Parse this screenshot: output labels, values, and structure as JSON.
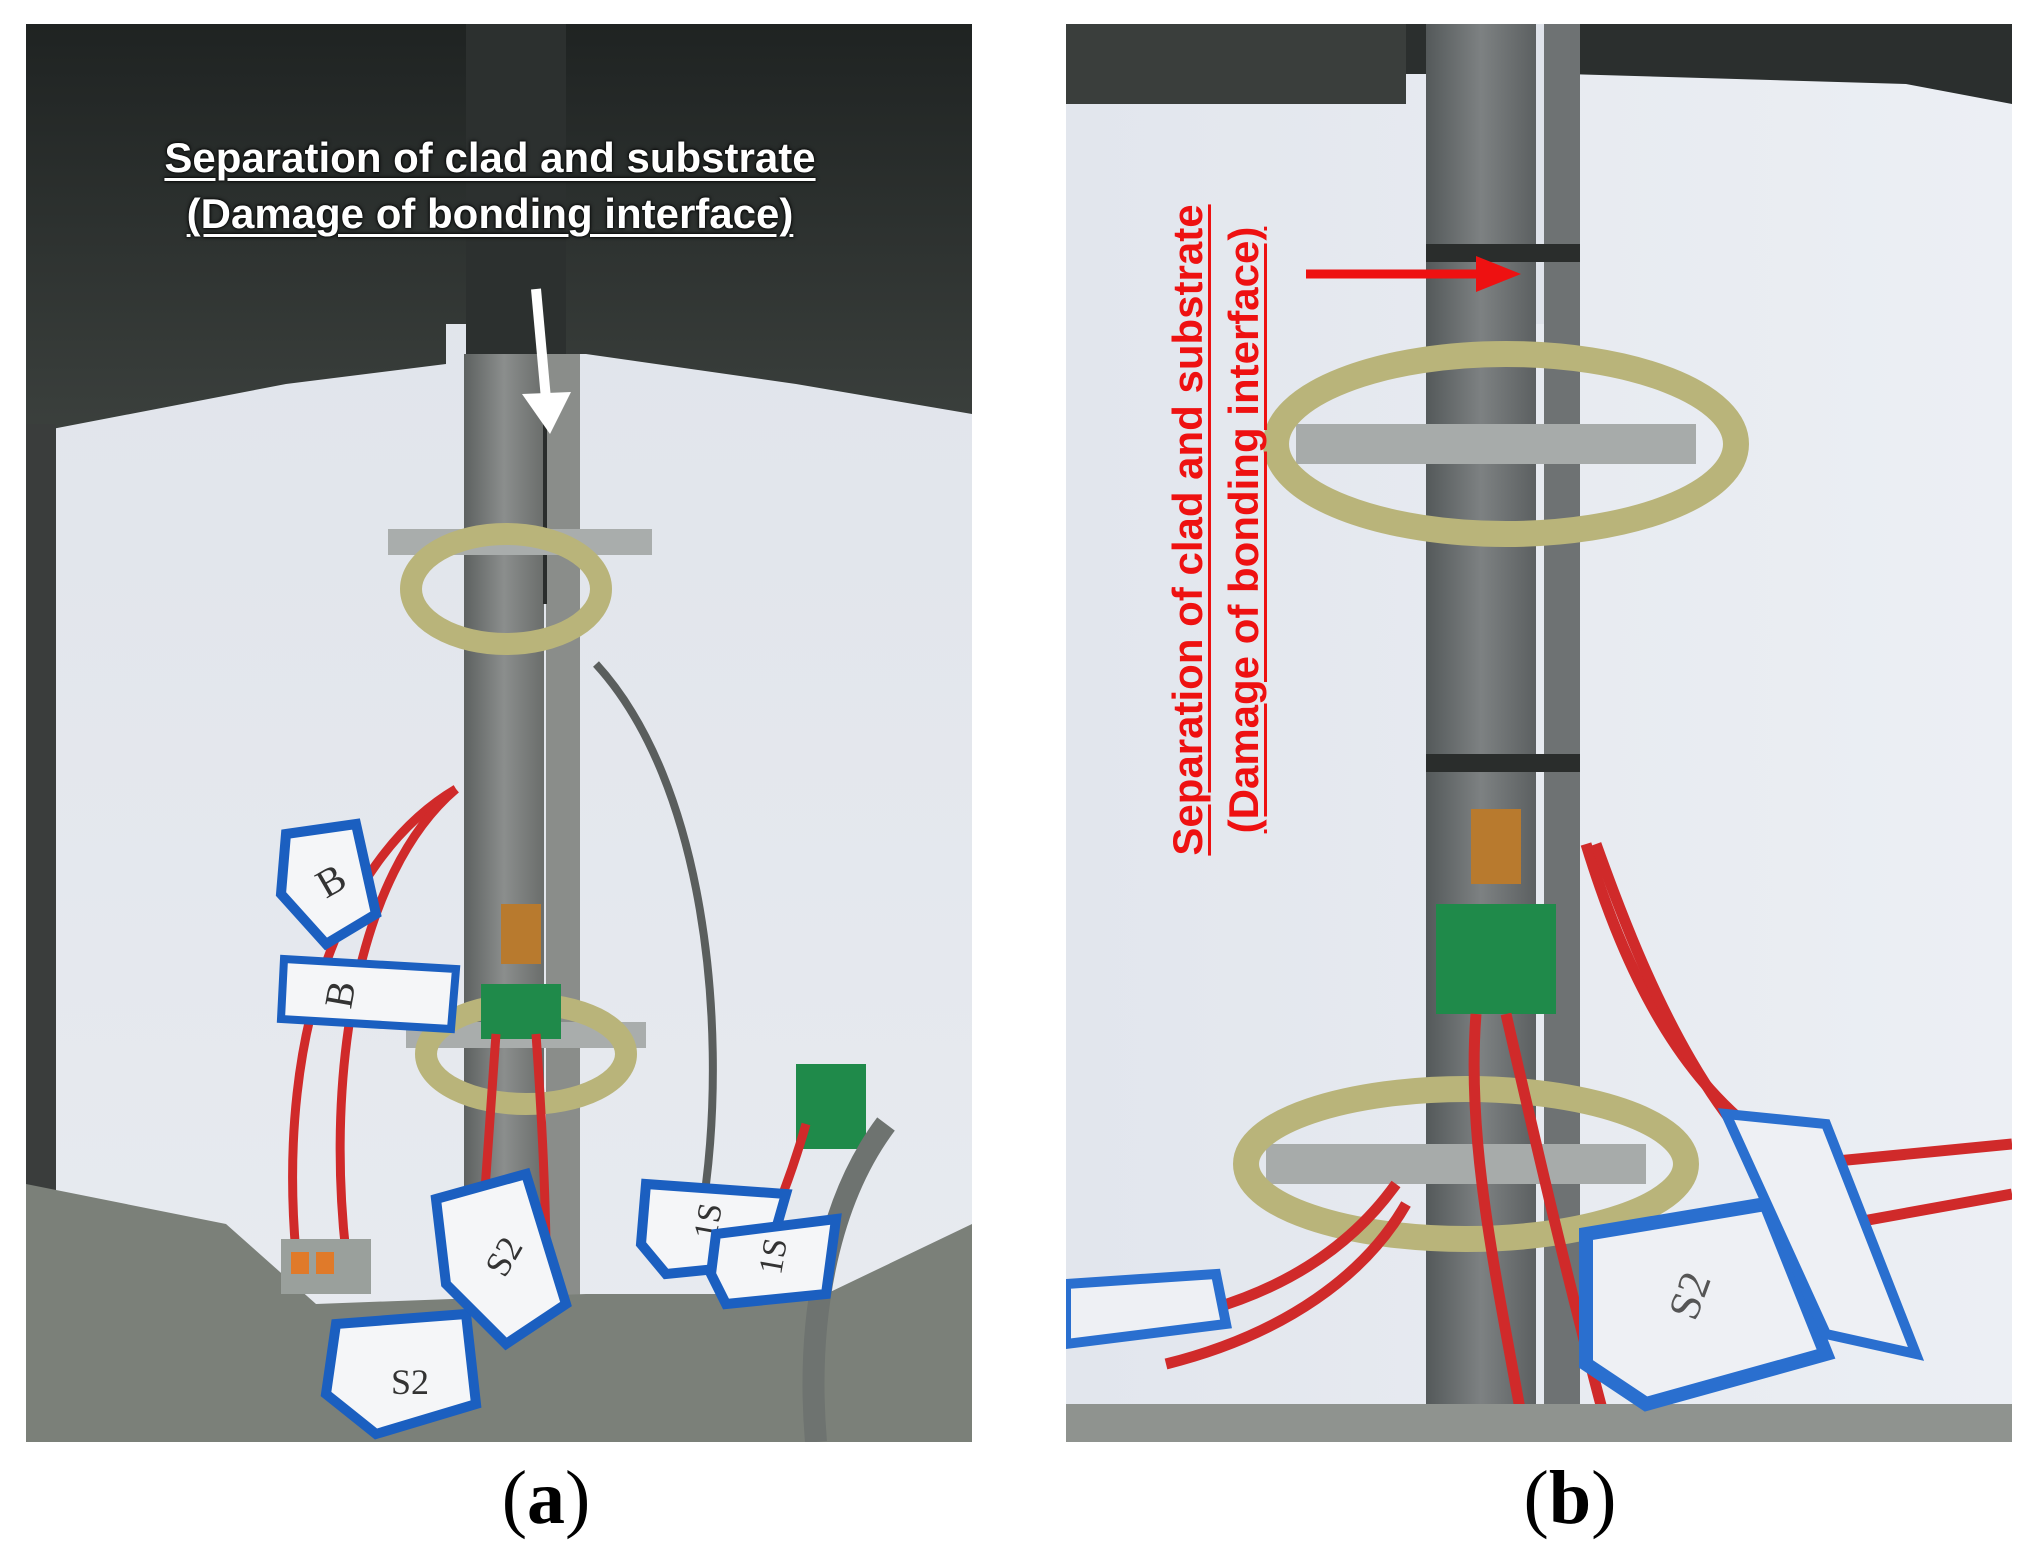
{
  "panel_a": {
    "caption_open": "(",
    "caption_letter": "a",
    "caption_close": ")",
    "annotation_line1": "Separation of clad and substrate",
    "annotation_line2": "(Damage of bonding interface)",
    "tag_labels": [
      "B",
      "B",
      "S2",
      "S2",
      "1S",
      "1S"
    ],
    "arrow_color": "#ffffff"
  },
  "panel_b": {
    "caption_open": "(",
    "caption_letter": "b",
    "caption_close": ")",
    "annotation_line1": "Separation of clad and substrate",
    "annotation_line2": "(Damage of bonding interface)",
    "tag_labels": [
      "S2"
    ],
    "arrow_color": "#ee1111"
  }
}
